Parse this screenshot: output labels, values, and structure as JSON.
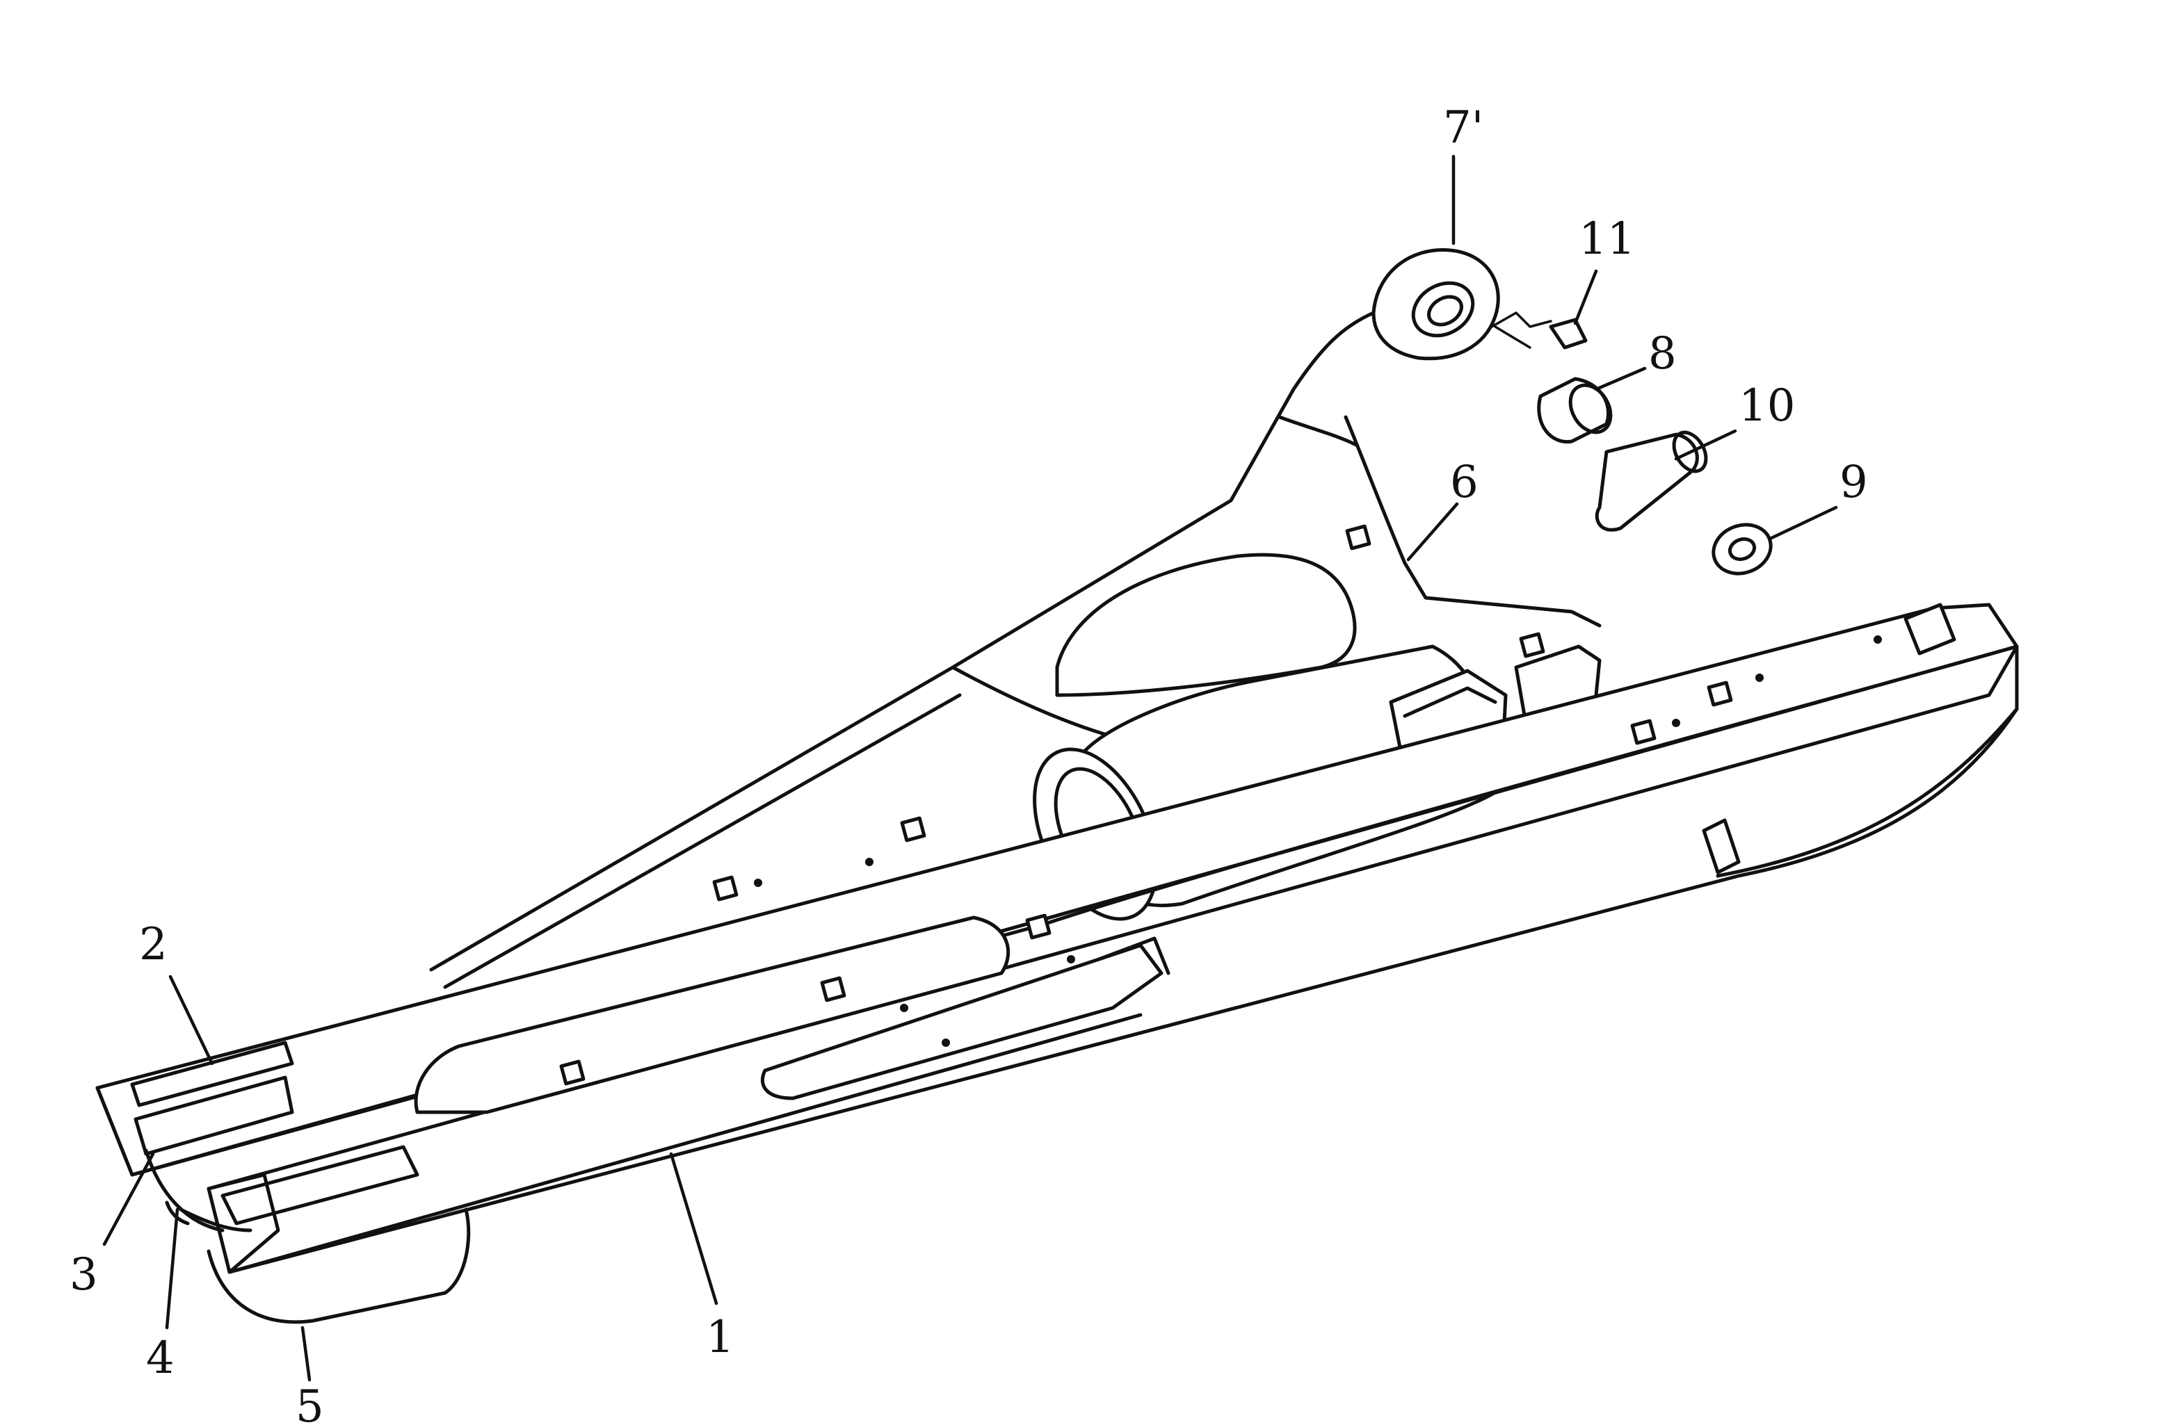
{
  "callouts": [
    {
      "id": "1",
      "text": "1"
    },
    {
      "id": "2",
      "text": "2"
    },
    {
      "id": "3",
      "text": "3"
    },
    {
      "id": "4",
      "text": "4"
    },
    {
      "id": "5",
      "text": "5"
    },
    {
      "id": "6",
      "text": "6"
    },
    {
      "id": "7",
      "text": "7'"
    },
    {
      "id": "8",
      "text": "8"
    },
    {
      "id": "9",
      "text": "9"
    },
    {
      "id": "10",
      "text": "10"
    },
    {
      "id": "11",
      "text": "11"
    }
  ]
}
